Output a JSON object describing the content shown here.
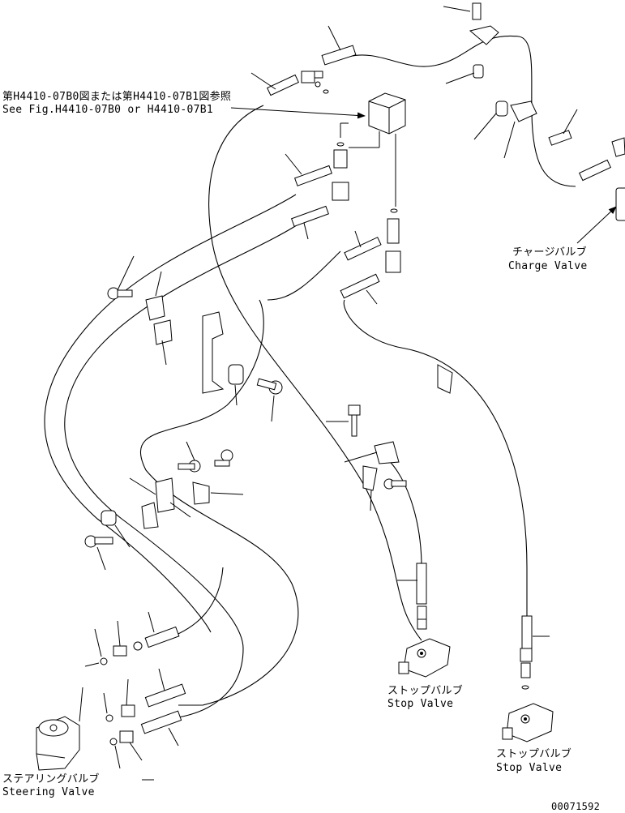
{
  "labels": {
    "reference_jp": "第H4410-07B0図または第H4410-07B1図参照",
    "reference_en": "See Fig.H4410-07B0 or H4410-07B1",
    "charge_valve_jp": "チャージバルブ",
    "charge_valve_en": "Charge Valve",
    "stop_valve_1_jp": "ストップバルブ",
    "stop_valve_1_en": "Stop Valve",
    "stop_valve_2_jp": "ストップバルブ",
    "stop_valve_2_en": "Stop Valve",
    "steering_valve_jp": "ステアリングバルブ",
    "steering_valve_en": "Steering Valve",
    "figure_number": "00071592"
  }
}
